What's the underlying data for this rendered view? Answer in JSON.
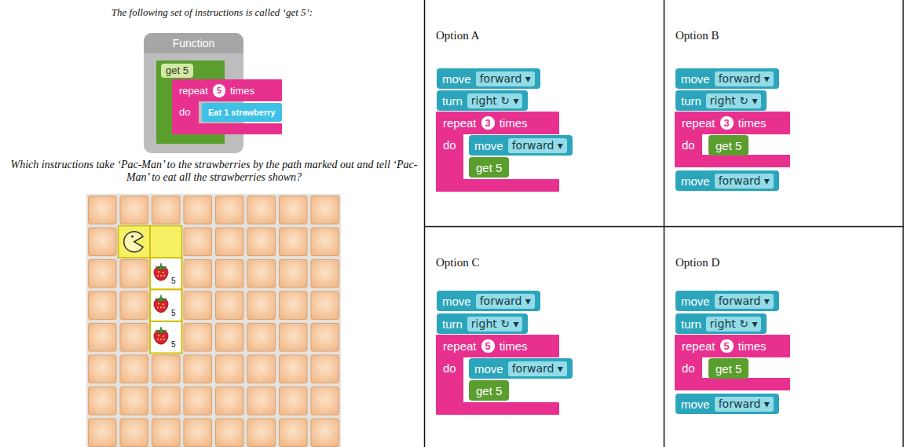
{
  "diagram": {
    "nodes": [
      {
        "text": [
          "Function"
        ]
      },
      {
        "text": [
          "get 5"
        ],
        "in": 0
      },
      {
        "text": [
          "repeat",
          "5",
          "times",
          "do"
        ],
        "in": 1
      },
      {
        "text": [
          "Eat 1 strawberry"
        ],
        "in": 2
      },
      {
        "text": [
          "Option A"
        ]
      },
      {
        "text": [
          "move",
          "forward ▾"
        ],
        "in": 4
      },
      {
        "text": [
          "turn",
          "right ↻ ▾"
        ],
        "in": 4
      },
      {
        "text": [
          "repeat",
          "3",
          "times",
          "do"
        ],
        "in": 4
      },
      {
        "text": [
          "move",
          "forward ▾"
        ],
        "in": 7
      },
      {
        "text": [
          "get 5"
        ],
        "in": 7
      },
      {
        "text": [
          "Option B"
        ]
      },
      {
        "text": [
          "move",
          "forward ▾"
        ],
        "in": 10
      },
      {
        "text": [
          "turn",
          "right ↻ ▾"
        ],
        "in": 10
      },
      {
        "text": [
          "repeat",
          "3",
          "times",
          "do"
        ],
        "in": 10
      },
      {
        "text": [
          "get 5"
        ],
        "in": 13
      },
      {
        "text": [
          "move",
          "forward ▾"
        ],
        "in": 10
      },
      {
        "text": [
          "Option C"
        ]
      },
      {
        "text": [
          "move",
          "forward ▾"
        ],
        "in": 16
      },
      {
        "text": [
          "turn",
          "right ↻ ▾"
        ],
        "in": 16
      },
      {
        "text": [
          "repeat",
          "5",
          "times",
          "do"
        ],
        "in": 16
      },
      {
        "text": [
          "move",
          "forward ▾"
        ],
        "in": 19
      },
      {
        "text": [
          "get 5"
        ],
        "in": 19
      },
      {
        "text": [
          "Option D"
        ]
      },
      {
        "text": [
          "move",
          "forward ▾"
        ],
        "in": 22
      },
      {
        "text": [
          "turn",
          "right ↻ ▾"
        ],
        "in": 22
      },
      {
        "text": [
          "repeat",
          "5",
          "times",
          "do"
        ],
        "in": 22
      },
      {
        "text": [
          "get 5"
        ],
        "in": 25
      },
      {
        "text": [
          "move",
          "forward ▾"
        ],
        "in": 22
      }
    ],
    "labels": [
      "The following set of instructions is called ‘get 5’:",
      "Which instructions take ‘Pac-Man’ to the strawberries by the path marked out and tell ‘Pac-Man’ to eat all the strawberries shown?",
      "5",
      "5",
      "5"
    ]
  }
}
